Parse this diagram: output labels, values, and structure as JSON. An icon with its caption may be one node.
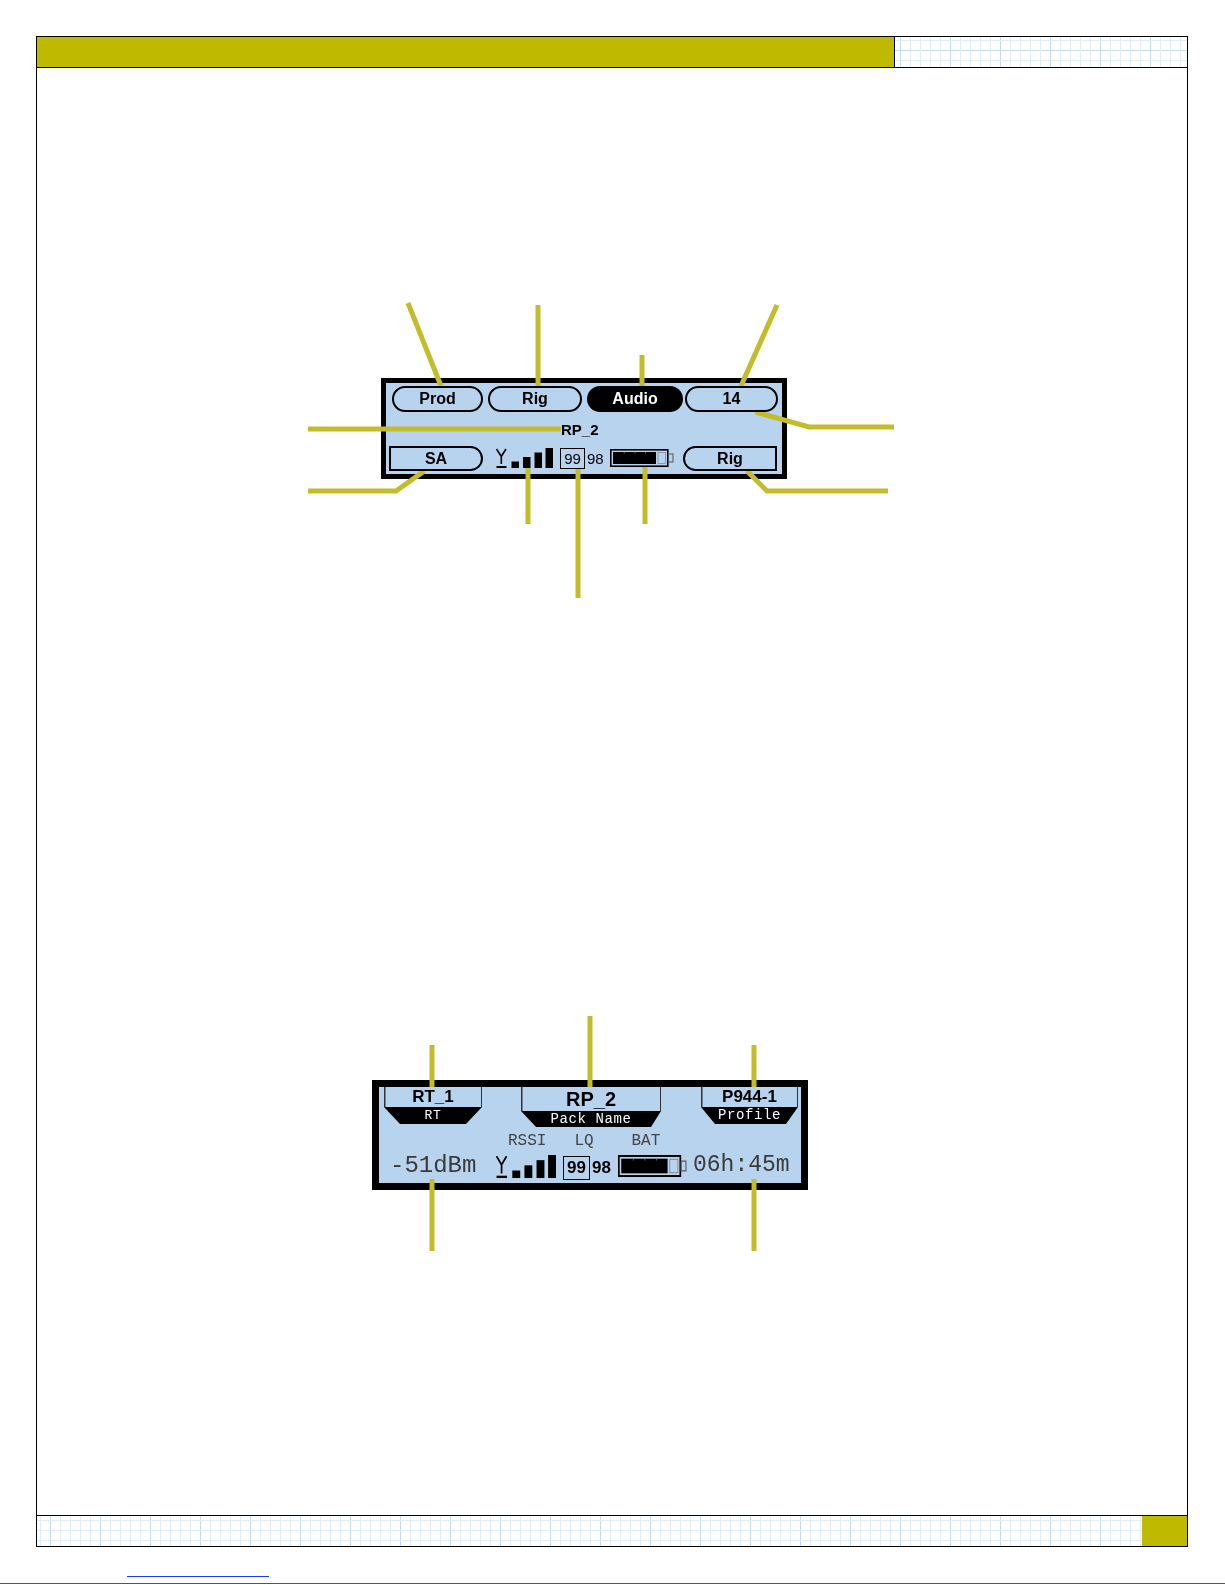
{
  "diagram": {
    "nodes": [
      {
        "text": [],
        "shape": "box"
      },
      {
        "text": [
          "Prod"
        ],
        "in": 0
      },
      {
        "text": [
          "Rig"
        ],
        "in": 0
      },
      {
        "text": [
          "Audio"
        ],
        "in": 0
      },
      {
        "text": [
          "14"
        ],
        "in": 0
      },
      {
        "text": [
          "RP_2"
        ],
        "in": 0
      },
      {
        "text": [
          "SA"
        ],
        "in": 0
      },
      {
        "text": [],
        "shape": "picture",
        "in": 0
      },
      {
        "text": [
          "99"
        ],
        "beside": [
          "98"
        ],
        "in": 0
      },
      {
        "text": [],
        "shape": "picture",
        "in": 0
      },
      {
        "text": [
          "Rig"
        ],
        "in": 0
      },
      {
        "text": [],
        "shape": "box"
      },
      {
        "text": [
          "RT_1",
          "RT"
        ],
        "in": 11
      },
      {
        "text": [
          "RP_2",
          "Pack Name"
        ],
        "in": 11
      },
      {
        "text": [
          "P944-1",
          "Profile"
        ],
        "in": 11
      },
      {
        "text": [
          "-51dBm"
        ],
        "in": 11
      },
      {
        "text": [
          "99"
        ],
        "beside": [
          "98"
        ],
        "in": 11
      },
      {
        "text": [
          "06h:45m"
        ],
        "in": 11
      }
    ],
    "edges": [
      {
        "from": null,
        "to": 1,
        "arrow": "none"
      },
      {
        "from": null,
        "to": 2,
        "arrow": "none"
      },
      {
        "from": null,
        "to": 3,
        "arrow": "none"
      },
      {
        "from": null,
        "to": 4,
        "arrow": "none"
      },
      {
        "from": null,
        "to": 4,
        "arrow": "none"
      },
      {
        "from": null,
        "to": 5,
        "arrow": "none"
      },
      {
        "from": null,
        "to": 6,
        "arrow": "none"
      },
      {
        "from": null,
        "to": 7,
        "arrow": "none"
      },
      {
        "from": null,
        "to": 8,
        "arrow": "none"
      },
      {
        "from": null,
        "to": 9,
        "arrow": "none"
      },
      {
        "from": null,
        "to": 10,
        "arrow": "none"
      },
      {
        "from": null,
        "to": 12,
        "arrow": "none"
      },
      {
        "from": null,
        "to": 13,
        "arrow": "none"
      },
      {
        "from": null,
        "to": 14,
        "arrow": "none"
      },
      {
        "from": null,
        "to": 15,
        "arrow": "none"
      },
      {
        "from": null,
        "to": 17,
        "arrow": "none"
      }
    ],
    "labels": [
      "RSSI",
      "LQ",
      "BAT"
    ]
  }
}
